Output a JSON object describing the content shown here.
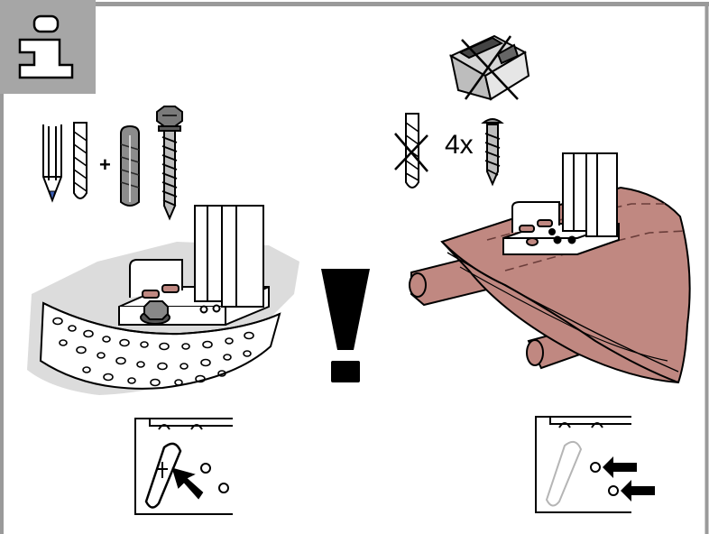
{
  "frame": {
    "border_color": "#9a9a9a",
    "background": "#ffffff"
  },
  "info_badge": {
    "icon": "info-icon",
    "background": "#a6a6a6"
  },
  "left_panel": {
    "tools": [
      "pencil-icon",
      "drill-bit-icon",
      "wall-plug-icon",
      "hex-screw-icon"
    ],
    "plus_label": "+",
    "surface": "concrete",
    "detail": {
      "icon": "arrow-icon",
      "targets": 1
    }
  },
  "warning": {
    "icon": "exclamation-icon"
  },
  "right_panel": {
    "excluded": [
      "wall-plug-pack-icon",
      "drill-bit-icon"
    ],
    "screw_quantity_label": "4x",
    "screw_icon": "wood-screw-icon",
    "surface": "wood",
    "wood_color": "#c08881",
    "detail": {
      "icon": "arrow-icon",
      "targets": 2
    }
  }
}
